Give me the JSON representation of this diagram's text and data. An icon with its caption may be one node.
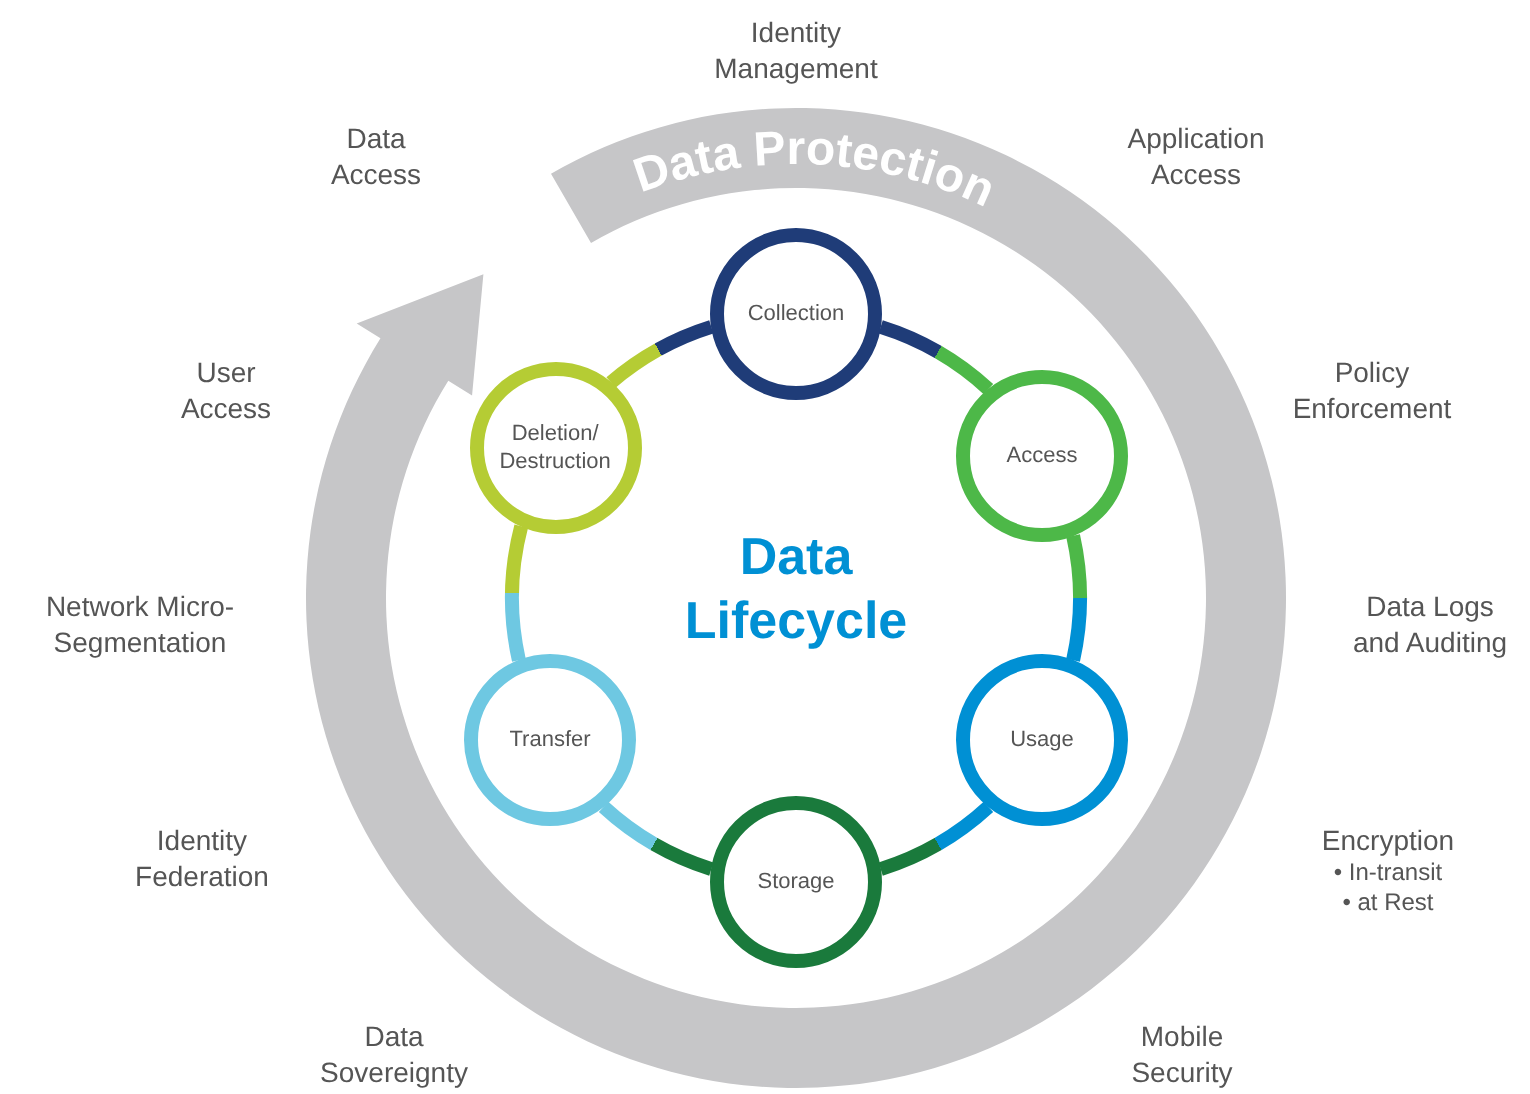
{
  "diagram": {
    "nodes": [
      {
        "text": [
          "Data Protection"
        ]
      },
      {
        "text": [
          "Collection"
        ]
      },
      {
        "text": [
          "Deletion/ Destruction"
        ]
      },
      {
        "text": [
          "Access"
        ]
      },
      {
        "text": [
          "Transfer"
        ]
      },
      {
        "text": [
          "Usage"
        ]
      },
      {
        "text": [
          "Storage"
        ]
      }
    ],
    "edges": [
      {
        "from": 1,
        "to": 3,
        "arrow": "none"
      },
      {
        "from": 3,
        "to": 5,
        "arrow": "none"
      },
      {
        "from": 5,
        "to": 6,
        "arrow": "none"
      },
      {
        "from": 6,
        "to": 4,
        "arrow": "none"
      },
      {
        "from": 4,
        "to": 2,
        "arrow": "none"
      },
      {
        "from": 2,
        "to": 1,
        "arrow": "none"
      }
    ],
    "labels": [
      "Identity Management",
      "Data Access",
      "Application Access",
      "User Access",
      "Policy Enforcement",
      "Data Lifecycle",
      "Network Micro-Segmentation",
      "Data Logs and Auditing",
      "Identity Federation",
      "Encryption",
      "• In-transit",
      "• at Rest",
      "Data Sovereignty",
      "Mobile Security"
    ]
  }
}
